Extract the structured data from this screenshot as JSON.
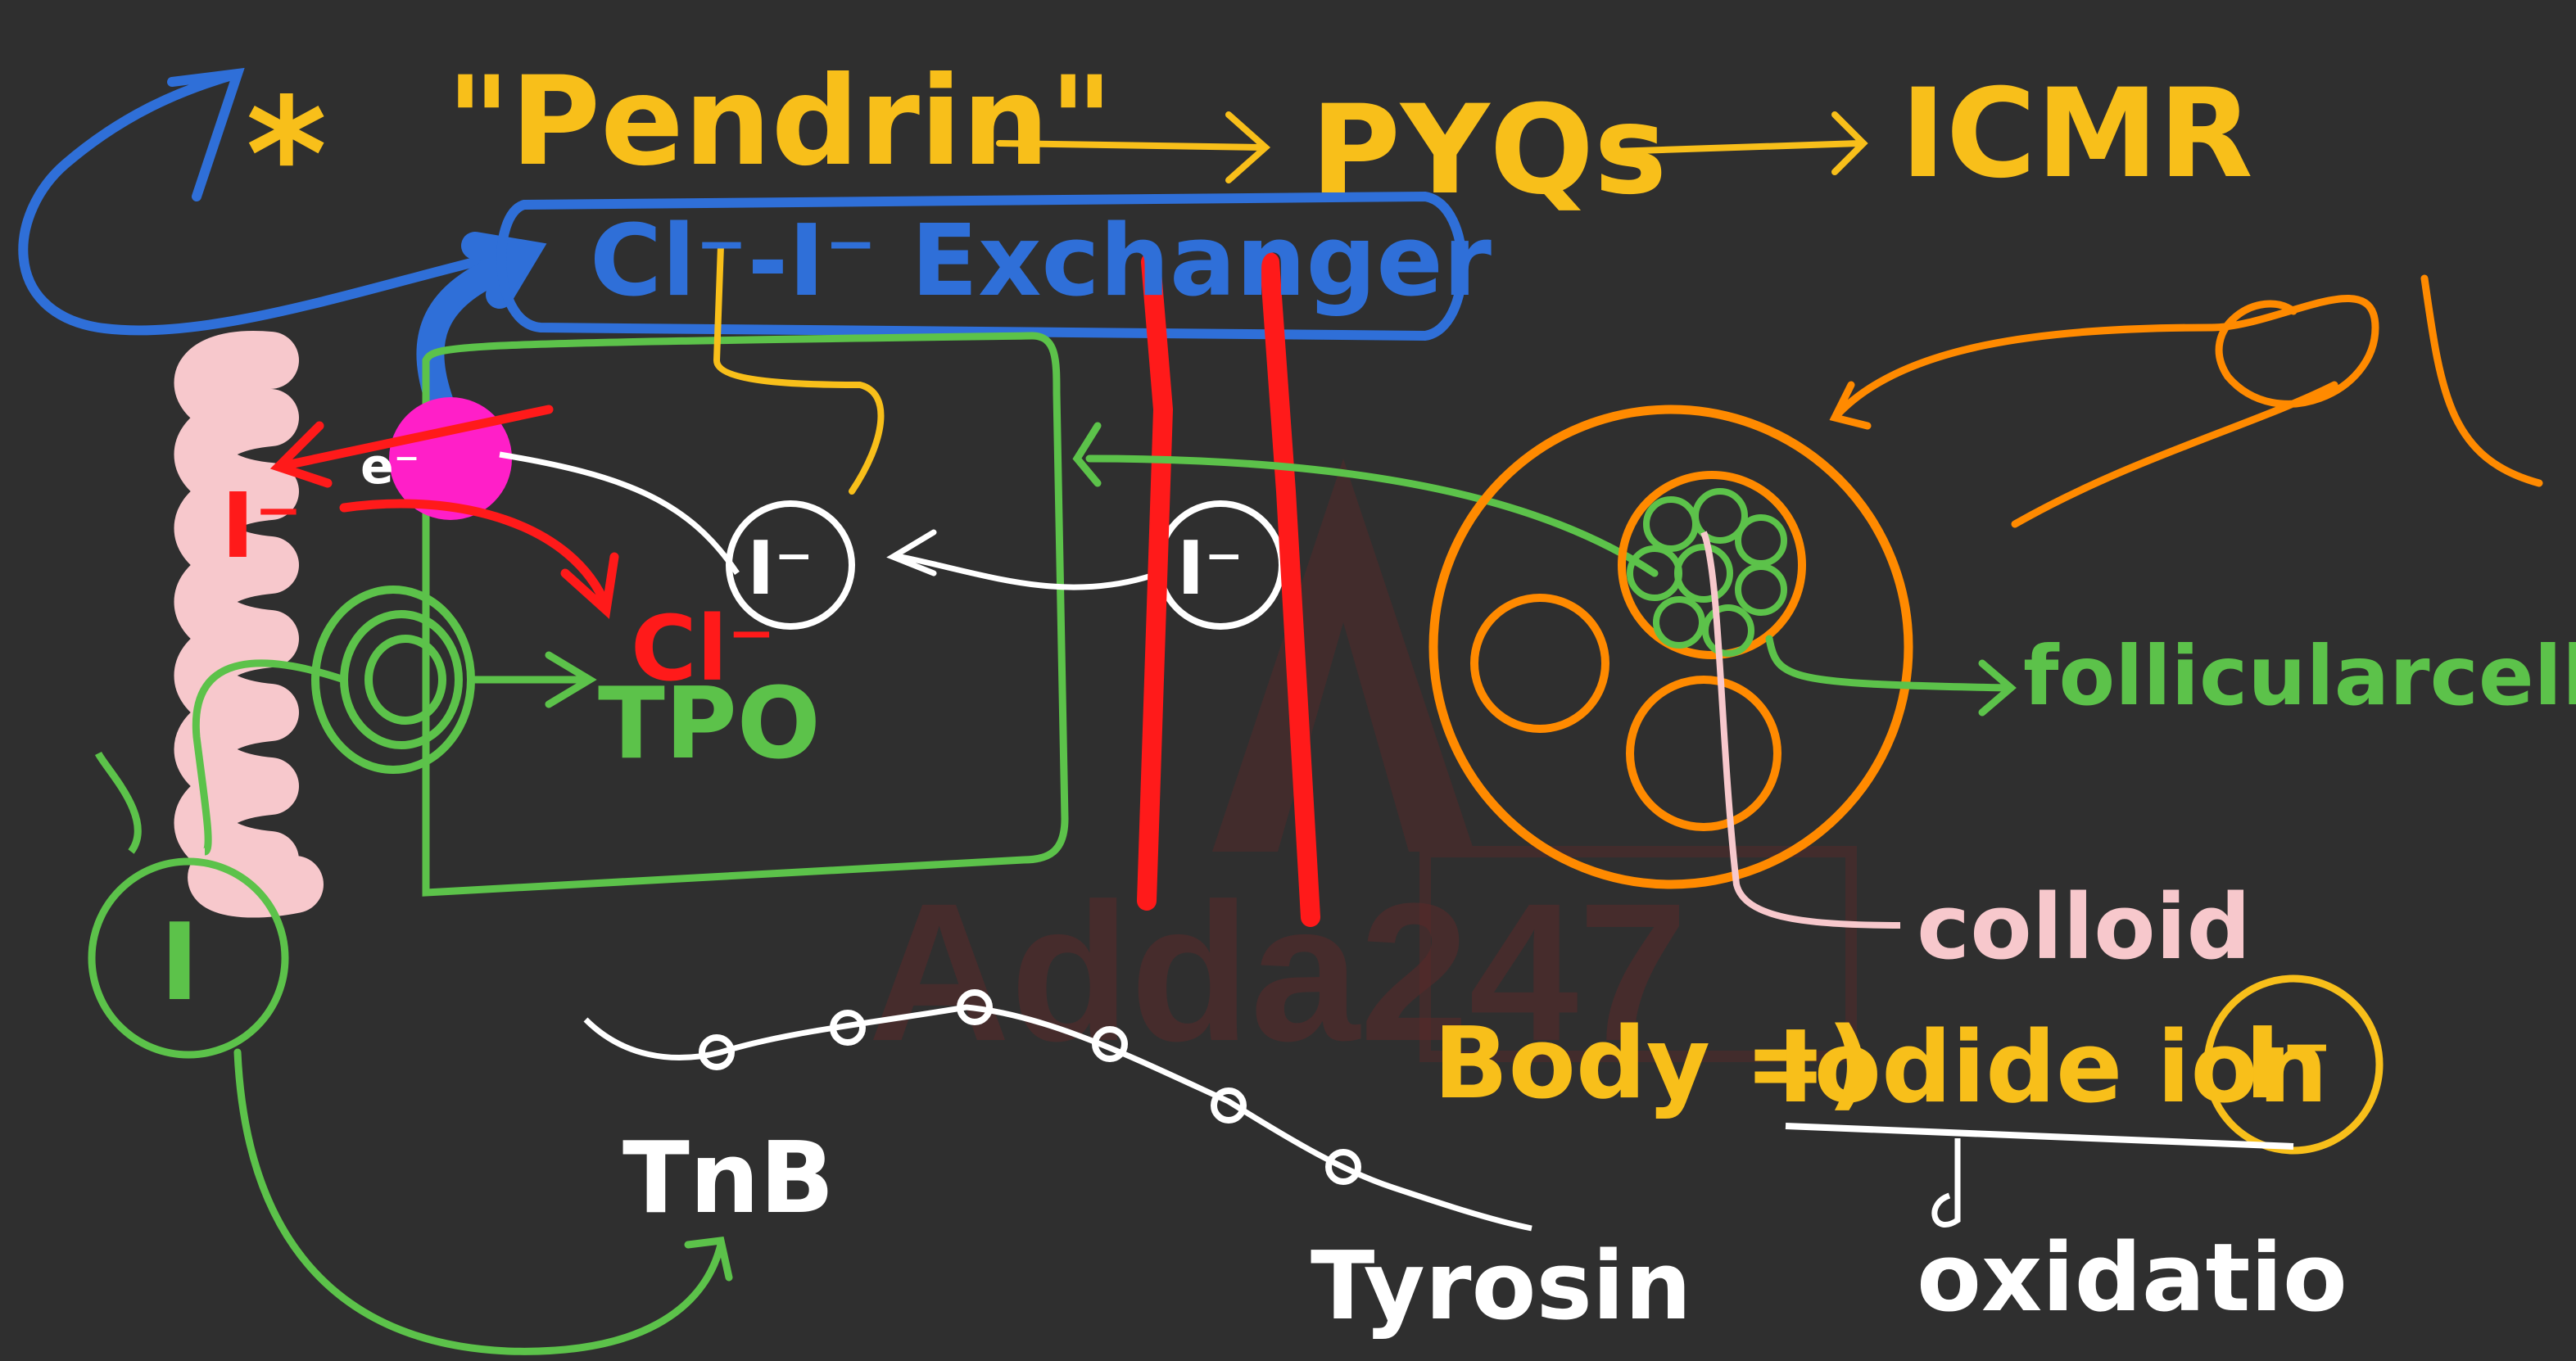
{
  "canvas": {
    "background": "#2f2f2f"
  },
  "colors": {
    "yellow": "#f8bf1a",
    "blue": "#2f6fd8",
    "green": "#5cc24a",
    "red": "#ff1a1a",
    "orange": "#ff8a00",
    "pink": "#f7c8cc",
    "magenta": "#ff1fc8",
    "white": "#ffffff",
    "watermark": "#5a2a2a"
  },
  "annotations": {
    "star": "*",
    "pendrin": "\"Pendrin\"",
    "pyqs": "PYQs",
    "icmr": "ICMR",
    "exchanger": "Cl⁻-I⁻ Exchanger",
    "iodide_ion_label": "I⁻",
    "iodide_left_label": "I⁻",
    "electron_label": "e⁻",
    "tpo": "TPO",
    "iodine_circle": "I",
    "tnb": "TnB",
    "tyrosine": "Tyrosin",
    "follicular_cells": "follicularcells",
    "colloid": "colloid",
    "body_label": "Body =)",
    "iodide_ion_text": "Iodide ion",
    "iodide_ion_symbol": "I⁻",
    "oxidation": "oxidatio"
  },
  "watermark": {
    "text": "Adda247"
  }
}
